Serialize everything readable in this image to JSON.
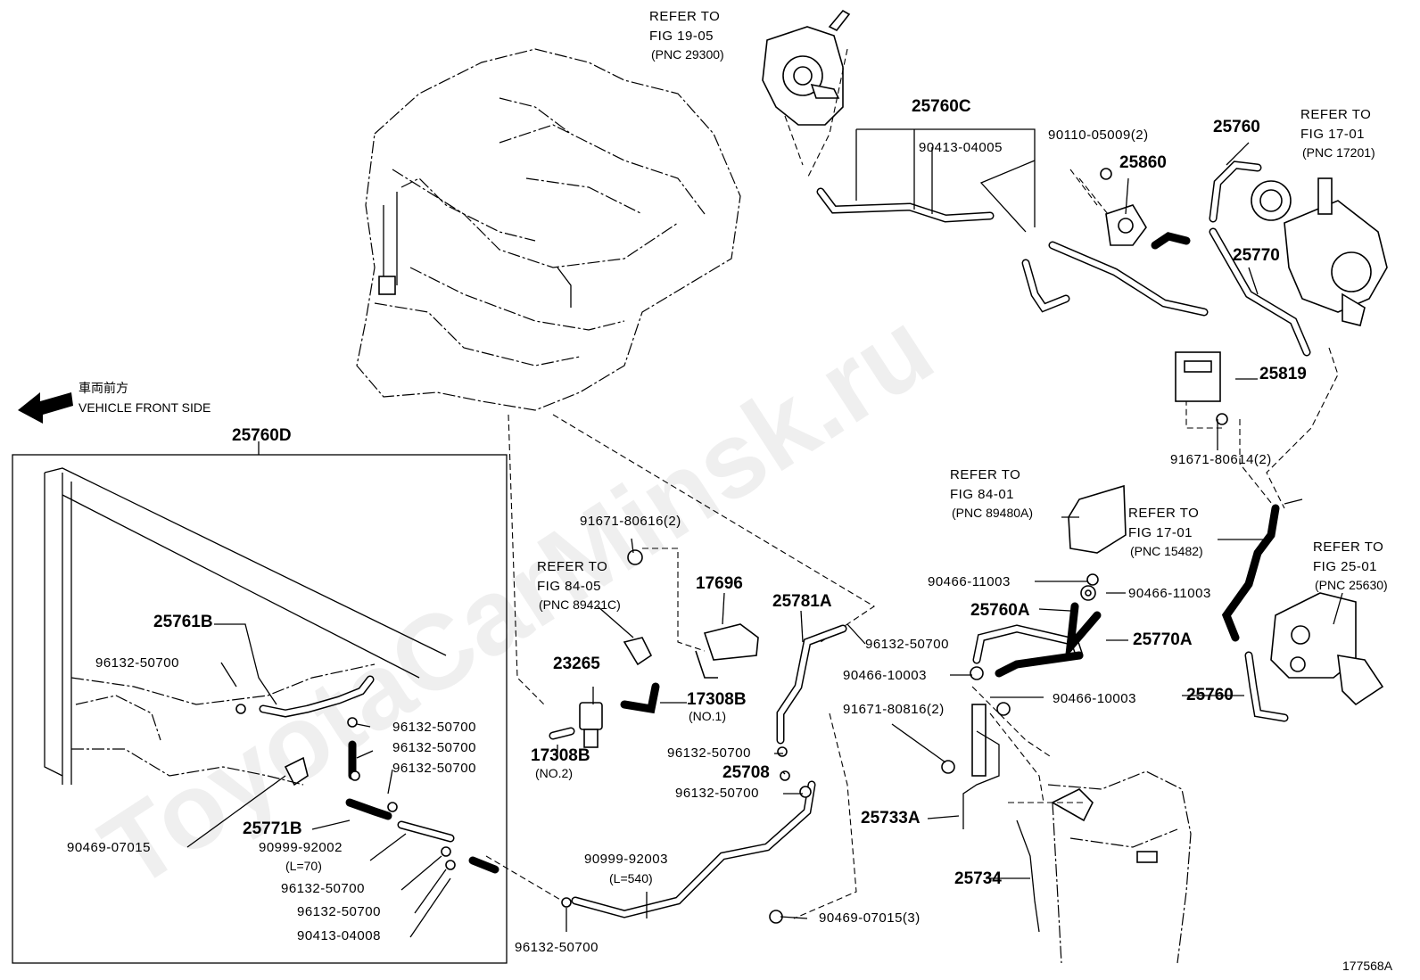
{
  "watermark": "ToyotaCarMinsk.ru",
  "figure_id": "177568A",
  "front_side": {
    "jp": "車両前方",
    "en": "VEHICLE FRONT SIDE"
  },
  "refs": {
    "fig1905": {
      "l1": "REFER TO",
      "l2": "FIG 19-05",
      "l3": "(PNC 29300)"
    },
    "fig1701a": {
      "l1": "REFER TO",
      "l2": "FIG 17-01",
      "l3": "(PNC 17201)"
    },
    "fig8401": {
      "l1": "REFER TO",
      "l2": "FIG 84-01",
      "l3": "(PNC 89480A)"
    },
    "fig1701b": {
      "l1": "REFER TO",
      "l2": "FIG 17-01",
      "l3": "(PNC 15482)"
    },
    "fig2501": {
      "l1": "REFER TO",
      "l2": "FIG 25-01",
      "l3": "(PNC 25630)"
    },
    "fig8405": {
      "l1": "REFER TO",
      "l2": "FIG 84-05",
      "l3": "(PNC 89421C)"
    }
  },
  "parts": {
    "p25760C": "25760C",
    "p90413_04005": "90413-04005",
    "p90110_05009": "90110-05009(2)",
    "p25860": "25860",
    "p25760_top": "25760",
    "p25770": "25770",
    "p25819": "25819",
    "p91671_80614": "91671-80614(2)",
    "p25760D": "25760D",
    "p25761B": "25761B",
    "p96132_a": "96132-50700",
    "p96132_b": "96132-50700",
    "p96132_c": "96132-50700",
    "p96132_d": "96132-50700",
    "p25771B": "25771B",
    "p90469_07015": "90469-07015",
    "p90999_92002": "90999-92002",
    "p90999_92002_len": "(L=70)",
    "p96132_e": "96132-50700",
    "p96132_f": "96132-50700",
    "p90413_04008": "90413-04008",
    "p91671_80616": "91671-80616(2)",
    "p17696": "17696",
    "p23265": "23265",
    "p17308B_1": "17308B",
    "p17308B_1_no": "(NO.1)",
    "p17308B_2": "17308B",
    "p17308B_2_no": "(NO.2)",
    "p25781A": "25781A",
    "p96132_g": "96132-50700",
    "p96132_h": "96132-50700",
    "p25708": "25708",
    "p96132_i": "96132-50700",
    "p90999_92003": "90999-92003",
    "p90999_92003_len": "(L=540)",
    "p96132_j": "96132-50700",
    "p90469_07015_3": "90469-07015(3)",
    "p90466_11003_a": "90466-11003",
    "p90466_11003_b": "90466-11003",
    "p25760A": "25760A",
    "p25770A": "25770A",
    "p90466_10003_a": "90466-10003",
    "p90466_10003_b": "90466-10003",
    "p91671_80816": "91671-80816(2)",
    "p25733A": "25733A",
    "p25734": "25734",
    "p25760_right": "25760"
  }
}
